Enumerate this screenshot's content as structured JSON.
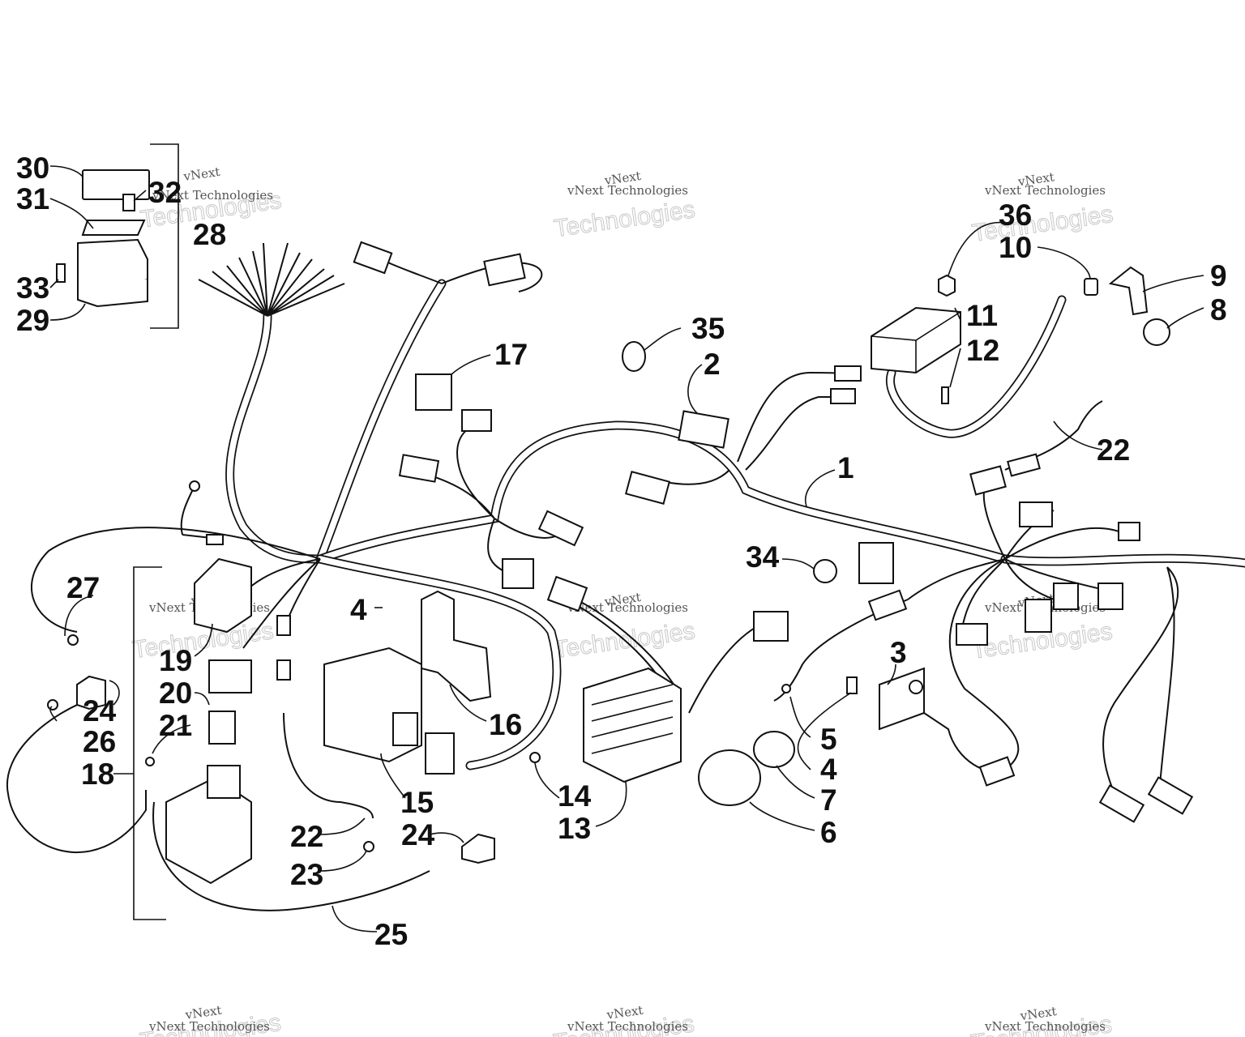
{
  "watermark": {
    "small_text": "vNext Technologies",
    "large_text": "Technologies",
    "brand_text": "vNext"
  },
  "callouts": [
    {
      "id": "1",
      "label": "1"
    },
    {
      "id": "2",
      "label": "2"
    },
    {
      "id": "3",
      "label": "3"
    },
    {
      "id": "4a",
      "label": "4"
    },
    {
      "id": "4b",
      "label": "4"
    },
    {
      "id": "5",
      "label": "5"
    },
    {
      "id": "6",
      "label": "6"
    },
    {
      "id": "7",
      "label": "7"
    },
    {
      "id": "8",
      "label": "8"
    },
    {
      "id": "9",
      "label": "9"
    },
    {
      "id": "10",
      "label": "10"
    },
    {
      "id": "11",
      "label": "11"
    },
    {
      "id": "12",
      "label": "12"
    },
    {
      "id": "13",
      "label": "13"
    },
    {
      "id": "14",
      "label": "14"
    },
    {
      "id": "15",
      "label": "15"
    },
    {
      "id": "16",
      "label": "16"
    },
    {
      "id": "17",
      "label": "17"
    },
    {
      "id": "18",
      "label": "18"
    },
    {
      "id": "19",
      "label": "19"
    },
    {
      "id": "20",
      "label": "20"
    },
    {
      "id": "21",
      "label": "21"
    },
    {
      "id": "22a",
      "label": "22"
    },
    {
      "id": "22b",
      "label": "22"
    },
    {
      "id": "23",
      "label": "23"
    },
    {
      "id": "24a",
      "label": "24"
    },
    {
      "id": "24b",
      "label": "24"
    },
    {
      "id": "25",
      "label": "25"
    },
    {
      "id": "26",
      "label": "26"
    },
    {
      "id": "27",
      "label": "27"
    },
    {
      "id": "28",
      "label": "28"
    },
    {
      "id": "29",
      "label": "29"
    },
    {
      "id": "30",
      "label": "30"
    },
    {
      "id": "31",
      "label": "31"
    },
    {
      "id": "32",
      "label": "32"
    },
    {
      "id": "33",
      "label": "33"
    },
    {
      "id": "34",
      "label": "34"
    },
    {
      "id": "35",
      "label": "35"
    },
    {
      "id": "36",
      "label": "36"
    }
  ]
}
